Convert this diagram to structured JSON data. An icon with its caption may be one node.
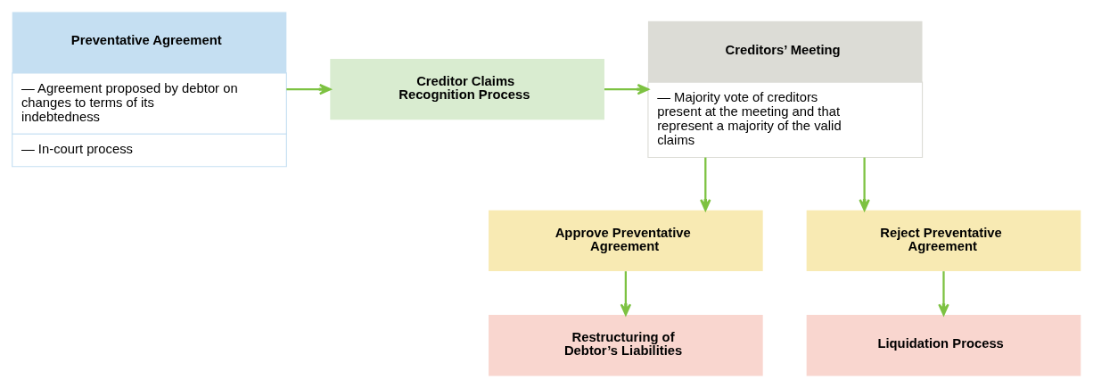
{
  "diagram": {
    "nodes": [
      {
        "text": [
          "Preventative Agreement",
          "— Agreement proposed by debtor on changes to terms of its indebtedness",
          "— In-court process"
        ]
      },
      {
        "text": [
          "Creditor Claims Recognition Process"
        ]
      },
      {
        "text": [
          "Creditors’ Meeting",
          "— Majority vote of creditors present at the meeting and that represent a majority of the valid claims"
        ]
      },
      {
        "text": [
          "Approve Preventative Agreement"
        ]
      },
      {
        "text": [
          "Reject Preventative Agreement"
        ]
      },
      {
        "text": [
          "Restructuring of Debtor’s Liabilities"
        ]
      },
      {
        "text": [
          "Liquidation Process"
        ]
      }
    ],
    "edges": [
      {
        "from": 0,
        "to": 1,
        "arrow": "to"
      },
      {
        "from": 1,
        "to": 2,
        "arrow": "to"
      },
      {
        "from": 2,
        "to": 3,
        "arrow": "to"
      },
      {
        "from": 2,
        "to": 4,
        "arrow": "to"
      },
      {
        "from": 3,
        "to": 5,
        "arrow": "to"
      },
      {
        "from": 4,
        "to": 6,
        "arrow": "to"
      }
    ]
  }
}
